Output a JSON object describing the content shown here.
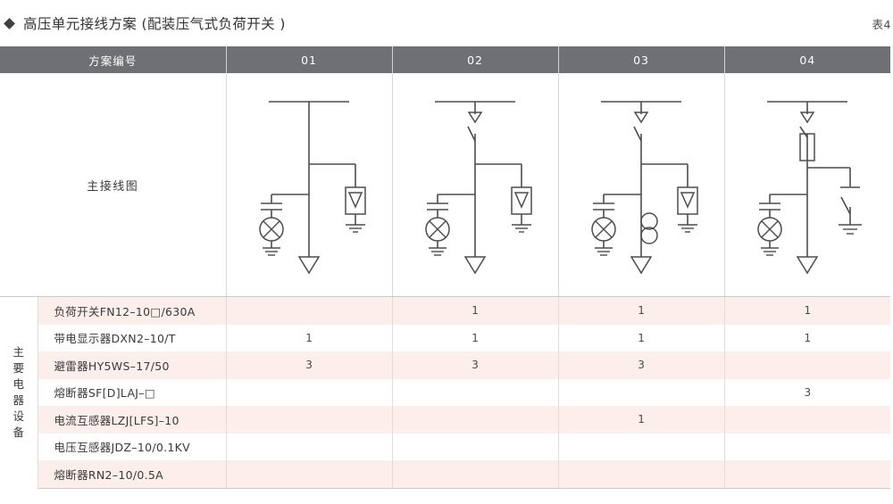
{
  "title": "高压单元接线方案 (配装压气式负荷开关 )",
  "table_number": "表4",
  "header": {
    "scheme_label": "方案编号",
    "columns": [
      "01",
      "02",
      "03",
      "04"
    ]
  },
  "diagram_row": {
    "label": "主接线图",
    "diagrams": [
      {
        "scheme": "01",
        "components": [
          "busbar",
          "voltage-indicator",
          "surge-arrester",
          "cable-outgoing"
        ]
      },
      {
        "scheme": "02",
        "components": [
          "busbar",
          "load-break-switch",
          "voltage-indicator",
          "surge-arrester",
          "cable-outgoing"
        ]
      },
      {
        "scheme": "03",
        "components": [
          "busbar",
          "load-break-switch",
          "current-transformer",
          "voltage-indicator",
          "surge-arrester",
          "cable-outgoing"
        ]
      },
      {
        "scheme": "04",
        "components": [
          "busbar",
          "load-break-switch",
          "fuse",
          "voltage-indicator",
          "earthing-switch",
          "cable-outgoing"
        ]
      }
    ]
  },
  "equipment_section": {
    "vertical_label": "主要电器设备",
    "vertical_label_chars": [
      "主",
      "要",
      "电",
      "器",
      "设",
      "备"
    ],
    "rows": [
      {
        "name": "负荷开关FN12–10□/630A",
        "values": [
          "",
          "1",
          "1",
          "1"
        ]
      },
      {
        "name": "带电显示器DXN2–10/T",
        "values": [
          "1",
          "1",
          "1",
          "1"
        ]
      },
      {
        "name": "避雷器HY5WS–17/50",
        "values": [
          "3",
          "3",
          "3",
          ""
        ]
      },
      {
        "name": "熔断器SF[D]LAJ–□",
        "values": [
          "",
          "",
          "",
          "3"
        ]
      },
      {
        "name": "电流互感器LZJ[LFS]–10",
        "values": [
          "",
          "",
          "1",
          ""
        ]
      },
      {
        "name": "电压互感器JDZ–10/0.1KV",
        "values": [
          "",
          "",
          "",
          ""
        ]
      },
      {
        "name": "熔断器RN2–10/0.5A",
        "values": [
          "",
          "",
          "",
          ""
        ]
      }
    ]
  },
  "colors": {
    "header_bar": "#6e7073",
    "row_pink": "#fbeeeb",
    "row_white": "#ffffff",
    "line": "#4d4d4d",
    "text": "#3a3a3a"
  }
}
